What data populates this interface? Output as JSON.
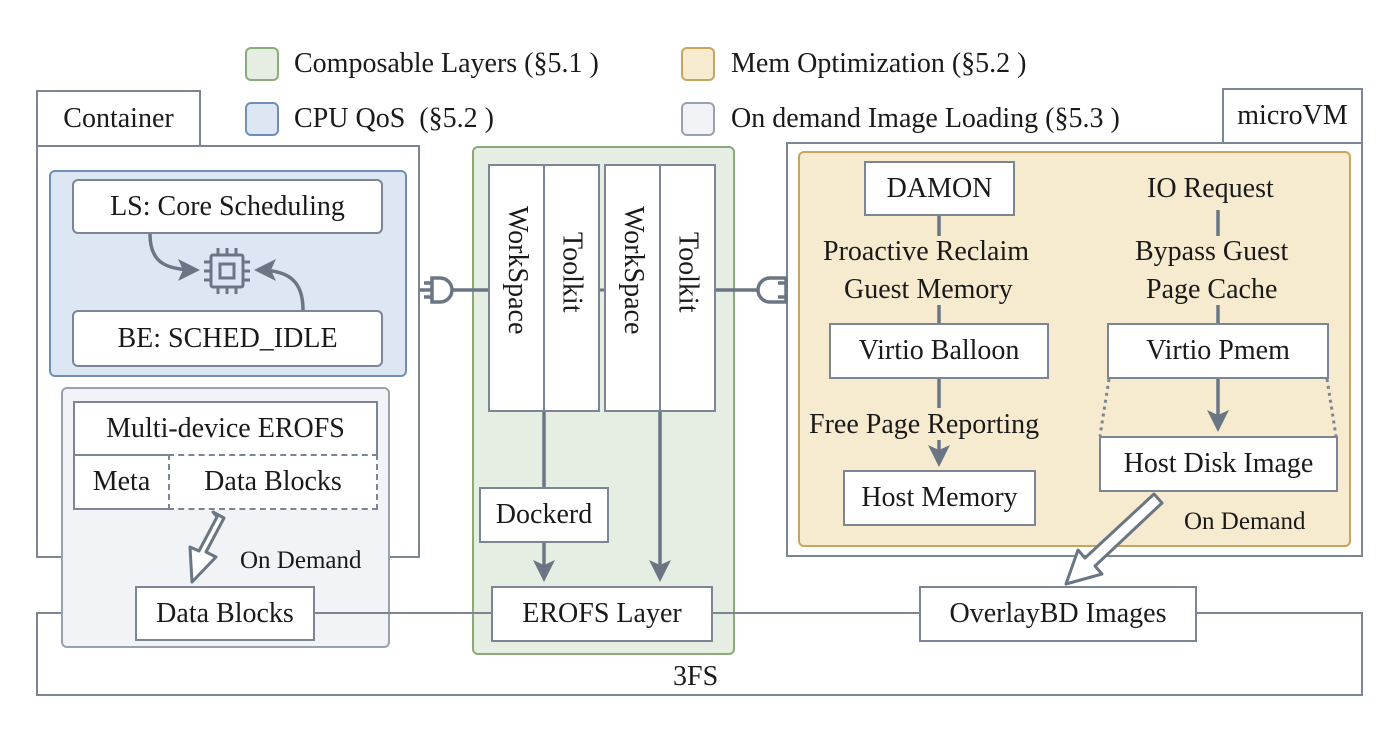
{
  "legend": {
    "composable_layers": "Composable Layers (§5.1 )",
    "mem_optimization": "Mem Optimization (§5.2 )",
    "cpu_qos": "CPU QoS  (§5.2 )",
    "on_demand_loading": "On demand Image Loading (§5.3 )"
  },
  "colors": {
    "composable_green": "#e6ede2",
    "composable_border": "#8aaa78",
    "mem_tan": "#f7ebcf",
    "mem_border": "#c9a45c",
    "cpu_blue": "#dde7f3",
    "cpu_border": "#6f8fb8",
    "on_demand_gray": "#f1f3f6",
    "on_demand_border": "#98a2ae",
    "line": "#7b8593"
  },
  "container": {
    "title": "Container",
    "ls": "LS: Core Scheduling",
    "be": "BE: SCHED_IDLE",
    "cpu_icon": "cpu-chip-icon",
    "multi_device": "Multi-device EROFS",
    "meta": "Meta",
    "data_blocks": "Data Blocks",
    "on_demand": "On Demand",
    "data_blocks_lower": "Data Blocks"
  },
  "middle": {
    "workspace_1": "WorkSpace",
    "toolkit_1": "Toolkit",
    "workspace_2": "WorkSpace",
    "toolkit_2": "Toolkit",
    "dockerd": "Dockerd",
    "erofs_layer": "EROFS Layer",
    "plug_icon": "plug-icon"
  },
  "microvm": {
    "title": "microVM",
    "damon": "DAMON",
    "proactive_1": "Proactive Reclaim",
    "proactive_2": "Guest Memory",
    "virtio_balloon": "Virtio Balloon",
    "free_page": "Free Page Reporting",
    "host_memory": "Host Memory",
    "io_request": "IO Request",
    "bypass_1": "Bypass Guest",
    "bypass_2": "Page Cache",
    "virtio_pmem": "Virtio Pmem",
    "host_disk": "Host Disk Image",
    "on_demand": "On Demand"
  },
  "bottom": {
    "overlaybd": "OverlayBD Images",
    "threefs": "3FS"
  }
}
